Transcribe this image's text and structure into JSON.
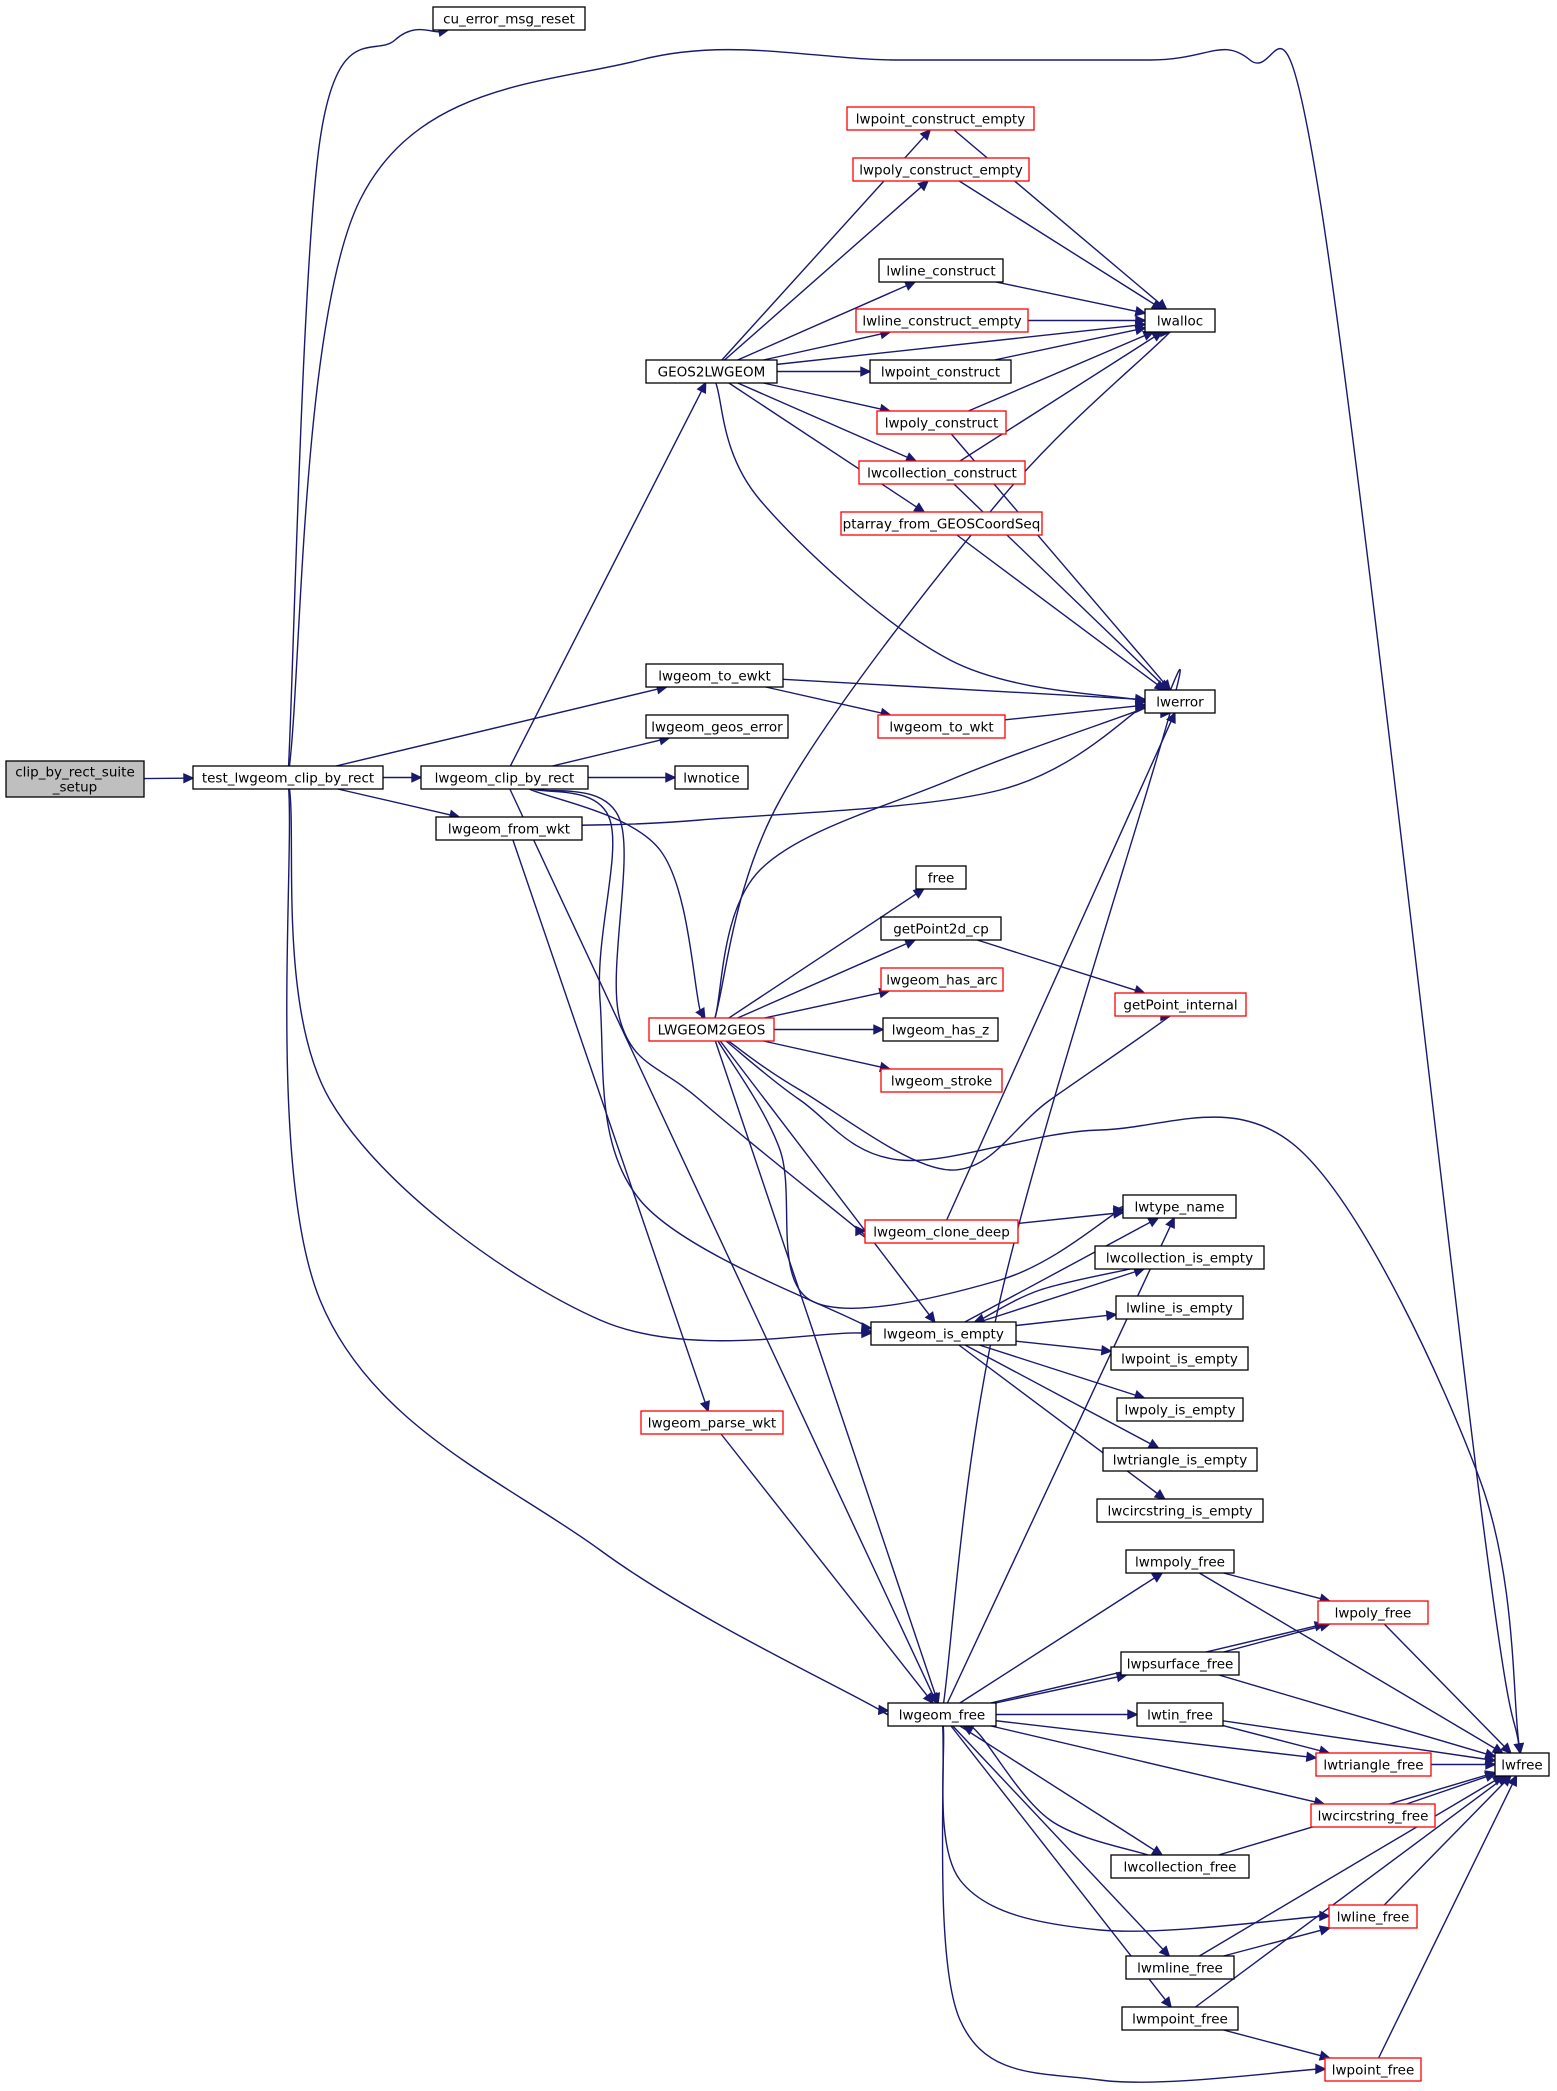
{
  "colors": {
    "edge": "#191970",
    "node_border": "#000000",
    "node_border_truncated": "#ff0000",
    "root_fill": "#bfbfbf",
    "node_fill": "#ffffff"
  },
  "graph": {
    "root": "clip_by_rect_suite_setup",
    "nodes": [
      {
        "id": "root",
        "label": [
          "clip_by_rect_suite",
          "_setup"
        ],
        "style": "root"
      },
      {
        "id": "test",
        "label": [
          "test_lwgeom_clip_by_rect"
        ],
        "style": "normal"
      },
      {
        "id": "cuerr",
        "label": [
          "cu_error_msg_reset"
        ],
        "style": "normal"
      },
      {
        "id": "lwfree",
        "label": [
          "lwfree"
        ],
        "style": "normal"
      },
      {
        "id": "toewkt",
        "label": [
          "lwgeom_to_ewkt"
        ],
        "style": "normal"
      },
      {
        "id": "clip",
        "label": [
          "lwgeom_clip_by_rect"
        ],
        "style": "normal"
      },
      {
        "id": "fromwkt",
        "label": [
          "lwgeom_from_wkt"
        ],
        "style": "normal"
      },
      {
        "id": "isempty",
        "label": [
          "lwgeom_is_empty"
        ],
        "style": "normal"
      },
      {
        "id": "geomfree",
        "label": [
          "lwgeom_free"
        ],
        "style": "normal"
      },
      {
        "id": "g2l",
        "label": [
          "GEOS2LWGEOM"
        ],
        "style": "normal"
      },
      {
        "id": "geoserr",
        "label": [
          "lwgeom_geos_error"
        ],
        "style": "normal"
      },
      {
        "id": "notice",
        "label": [
          "lwnotice"
        ],
        "style": "normal"
      },
      {
        "id": "l2g",
        "label": [
          "LWGEOM2GEOS"
        ],
        "style": "truncated"
      },
      {
        "id": "clone",
        "label": [
          "lwgeom_clone_deep"
        ],
        "style": "truncated"
      },
      {
        "id": "parsewkt",
        "label": [
          "lwgeom_parse_wkt"
        ],
        "style": "truncated"
      },
      {
        "id": "ptce",
        "label": [
          "lwpoint_construct_empty"
        ],
        "style": "truncated"
      },
      {
        "id": "pyce",
        "label": [
          "lwpoly_construct_empty"
        ],
        "style": "truncated"
      },
      {
        "id": "lnc",
        "label": [
          "lwline_construct"
        ],
        "style": "normal"
      },
      {
        "id": "lnce",
        "label": [
          "lwline_construct_empty"
        ],
        "style": "truncated"
      },
      {
        "id": "ptc",
        "label": [
          "lwpoint_construct"
        ],
        "style": "normal"
      },
      {
        "id": "pyc",
        "label": [
          "lwpoly_construct"
        ],
        "style": "truncated"
      },
      {
        "id": "colc",
        "label": [
          "lwcollection_construct"
        ],
        "style": "truncated"
      },
      {
        "id": "ptarr",
        "label": [
          "ptarray_from_GEOSCoordSeq"
        ],
        "style": "truncated"
      },
      {
        "id": "towkt",
        "label": [
          "lwgeom_to_wkt"
        ],
        "style": "truncated"
      },
      {
        "id": "lwalloc",
        "label": [
          "lwalloc"
        ],
        "style": "normal"
      },
      {
        "id": "lwerror",
        "label": [
          "lwerror"
        ],
        "style": "normal"
      },
      {
        "id": "free",
        "label": [
          "free"
        ],
        "style": "normal"
      },
      {
        "id": "gp2d",
        "label": [
          "getPoint2d_cp"
        ],
        "style": "normal"
      },
      {
        "id": "hasarc",
        "label": [
          "lwgeom_has_arc"
        ],
        "style": "truncated"
      },
      {
        "id": "hasz",
        "label": [
          "lwgeom_has_z"
        ],
        "style": "normal"
      },
      {
        "id": "stroke",
        "label": [
          "lwgeom_stroke"
        ],
        "style": "truncated"
      },
      {
        "id": "gpint",
        "label": [
          "getPoint_internal"
        ],
        "style": "truncated"
      },
      {
        "id": "typename",
        "label": [
          "lwtype_name"
        ],
        "style": "normal"
      },
      {
        "id": "colie",
        "label": [
          "lwcollection_is_empty"
        ],
        "style": "normal"
      },
      {
        "id": "lnie",
        "label": [
          "lwline_is_empty"
        ],
        "style": "normal"
      },
      {
        "id": "ptie",
        "label": [
          "lwpoint_is_empty"
        ],
        "style": "normal"
      },
      {
        "id": "pyie",
        "label": [
          "lwpoly_is_empty"
        ],
        "style": "normal"
      },
      {
        "id": "trie",
        "label": [
          "lwtriangle_is_empty"
        ],
        "style": "normal"
      },
      {
        "id": "csie",
        "label": [
          "lwcircstring_is_empty"
        ],
        "style": "normal"
      },
      {
        "id": "mpyf",
        "label": [
          "lwmpoly_free"
        ],
        "style": "normal"
      },
      {
        "id": "psf",
        "label": [
          "lwpsurface_free"
        ],
        "style": "normal"
      },
      {
        "id": "tinf",
        "label": [
          "lwtin_free"
        ],
        "style": "normal"
      },
      {
        "id": "colf",
        "label": [
          "lwcollection_free"
        ],
        "style": "normal"
      },
      {
        "id": "mlnf",
        "label": [
          "lwmline_free"
        ],
        "style": "normal"
      },
      {
        "id": "mptf",
        "label": [
          "lwmpoint_free"
        ],
        "style": "normal"
      },
      {
        "id": "pyf",
        "label": [
          "lwpoly_free"
        ],
        "style": "truncated"
      },
      {
        "id": "trif",
        "label": [
          "lwtriangle_free"
        ],
        "style": "truncated"
      },
      {
        "id": "csf",
        "label": [
          "lwcircstring_free"
        ],
        "style": "truncated"
      },
      {
        "id": "lnf",
        "label": [
          "lwline_free"
        ],
        "style": "truncated"
      },
      {
        "id": "ptf",
        "label": [
          "lwpoint_free"
        ],
        "style": "truncated"
      }
    ],
    "edges": [
      [
        "root",
        "test"
      ],
      [
        "test",
        "cuerr"
      ],
      [
        "test",
        "lwfree"
      ],
      [
        "test",
        "toewkt"
      ],
      [
        "test",
        "clip"
      ],
      [
        "test",
        "fromwkt"
      ],
      [
        "test",
        "isempty"
      ],
      [
        "test",
        "geomfree"
      ],
      [
        "clip",
        "g2l"
      ],
      [
        "clip",
        "geoserr"
      ],
      [
        "clip",
        "notice"
      ],
      [
        "clip",
        "l2g"
      ],
      [
        "clip",
        "clone"
      ],
      [
        "clip",
        "isempty"
      ],
      [
        "clip",
        "geomfree"
      ],
      [
        "fromwkt",
        "lwerror"
      ],
      [
        "fromwkt",
        "parsewkt"
      ],
      [
        "parsewkt",
        "geomfree"
      ],
      [
        "toewkt",
        "lwerror"
      ],
      [
        "toewkt",
        "towkt"
      ],
      [
        "towkt",
        "lwerror"
      ],
      [
        "g2l",
        "ptce"
      ],
      [
        "g2l",
        "pyce"
      ],
      [
        "g2l",
        "lwalloc"
      ],
      [
        "g2l",
        "lnc"
      ],
      [
        "g2l",
        "lnce"
      ],
      [
        "g2l",
        "ptc"
      ],
      [
        "g2l",
        "pyc"
      ],
      [
        "g2l",
        "colc"
      ],
      [
        "g2l",
        "ptarr"
      ],
      [
        "g2l",
        "lwerror"
      ],
      [
        "ptce",
        "lwalloc"
      ],
      [
        "pyce",
        "lwalloc"
      ],
      [
        "lnc",
        "lwalloc"
      ],
      [
        "lnce",
        "lwalloc"
      ],
      [
        "ptc",
        "lwalloc"
      ],
      [
        "pyc",
        "lwalloc"
      ],
      [
        "pyc",
        "lwerror"
      ],
      [
        "colc",
        "lwalloc"
      ],
      [
        "colc",
        "lwerror"
      ],
      [
        "ptarr",
        "lwerror"
      ],
      [
        "l2g",
        "lwalloc"
      ],
      [
        "l2g",
        "lwerror"
      ],
      [
        "l2g",
        "free"
      ],
      [
        "l2g",
        "gp2d"
      ],
      [
        "l2g",
        "hasarc"
      ],
      [
        "l2g",
        "hasz"
      ],
      [
        "l2g",
        "stroke"
      ],
      [
        "l2g",
        "gpint"
      ],
      [
        "l2g",
        "lwfree"
      ],
      [
        "l2g",
        "typename"
      ],
      [
        "l2g",
        "isempty"
      ],
      [
        "l2g",
        "geomfree"
      ],
      [
        "gp2d",
        "gpint"
      ],
      [
        "clone",
        "typename"
      ],
      [
        "clone",
        "lwerror"
      ],
      [
        "isempty",
        "colie"
      ],
      [
        "isempty",
        "lnie"
      ],
      [
        "isempty",
        "ptie"
      ],
      [
        "isempty",
        "pyie"
      ],
      [
        "isempty",
        "trie"
      ],
      [
        "isempty",
        "csie"
      ],
      [
        "isempty",
        "typename"
      ],
      [
        "colie",
        "isempty"
      ],
      [
        "geomfree",
        "lwerror"
      ],
      [
        "geomfree",
        "typename"
      ],
      [
        "geomfree",
        "mpyf"
      ],
      [
        "geomfree",
        "pyf"
      ],
      [
        "geomfree",
        "psf"
      ],
      [
        "geomfree",
        "tinf"
      ],
      [
        "geomfree",
        "trif"
      ],
      [
        "geomfree",
        "csf"
      ],
      [
        "geomfree",
        "colf"
      ],
      [
        "geomfree",
        "lnf"
      ],
      [
        "geomfree",
        "mlnf"
      ],
      [
        "geomfree",
        "mptf"
      ],
      [
        "geomfree",
        "ptf"
      ],
      [
        "mpyf",
        "pyf"
      ],
      [
        "mpyf",
        "lwfree"
      ],
      [
        "psf",
        "pyf"
      ],
      [
        "psf",
        "lwfree"
      ],
      [
        "tinf",
        "trif"
      ],
      [
        "tinf",
        "lwfree"
      ],
      [
        "pyf",
        "lwfree"
      ],
      [
        "trif",
        "lwfree"
      ],
      [
        "csf",
        "lwfree"
      ],
      [
        "colf",
        "geomfree"
      ],
      [
        "colf",
        "lwfree"
      ],
      [
        "lnf",
        "lwfree"
      ],
      [
        "mlnf",
        "lnf"
      ],
      [
        "mlnf",
        "lwfree"
      ],
      [
        "mptf",
        "ptf"
      ],
      [
        "mptf",
        "lwfree"
      ],
      [
        "ptf",
        "lwfree"
      ]
    ]
  }
}
